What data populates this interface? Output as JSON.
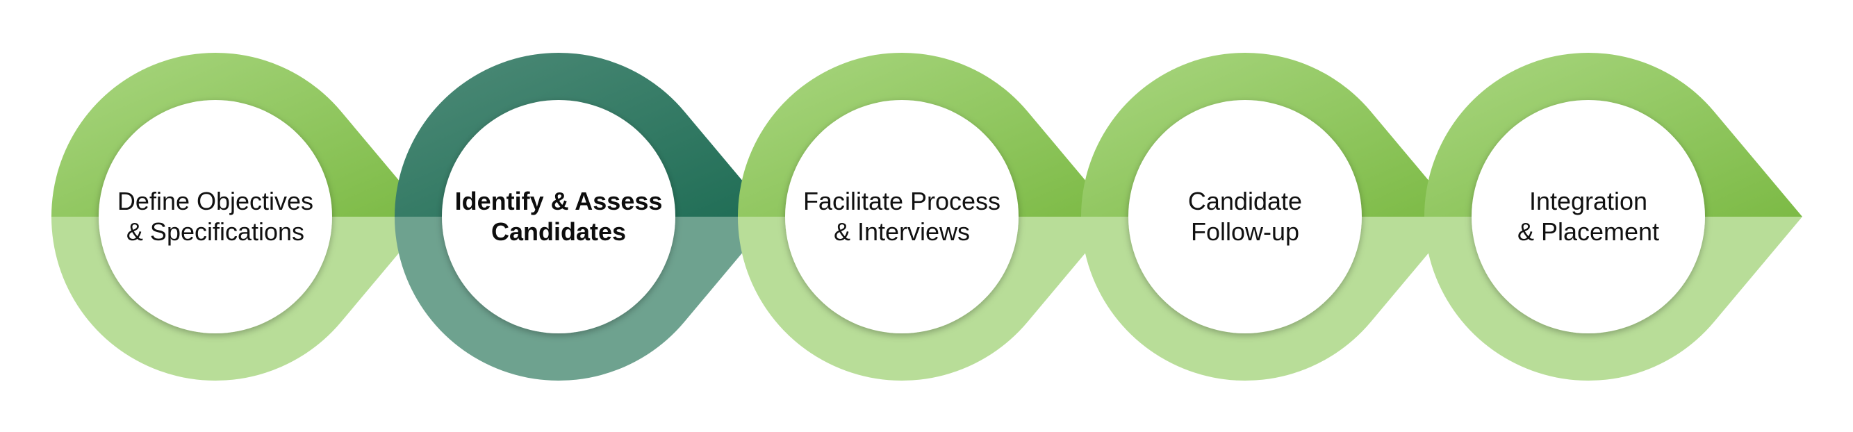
{
  "diagram": {
    "type": "process-flow",
    "steps": [
      {
        "lines": [
          "Define Objectives",
          "& Specifications"
        ],
        "active": false
      },
      {
        "lines": [
          "Identify & Assess",
          "Candidates"
        ],
        "active": true
      },
      {
        "lines": [
          "Facilitate Process",
          "& Interviews"
        ],
        "active": false
      },
      {
        "lines": [
          "Candidate",
          "Follow-up"
        ],
        "active": false
      },
      {
        "lines": [
          "Integration",
          "& Placement"
        ],
        "active": false
      }
    ],
    "colors": {
      "ring_top_light": "#a9d680",
      "ring_top_dark": "#7cba45",
      "ring_bottom": "#b8dd98",
      "active_ring_top_light": "#4e8b78",
      "active_ring_top_dark": "#1f6d55",
      "active_ring_bottom": "#6ea28f",
      "inner_circle": "#ffffff"
    }
  }
}
